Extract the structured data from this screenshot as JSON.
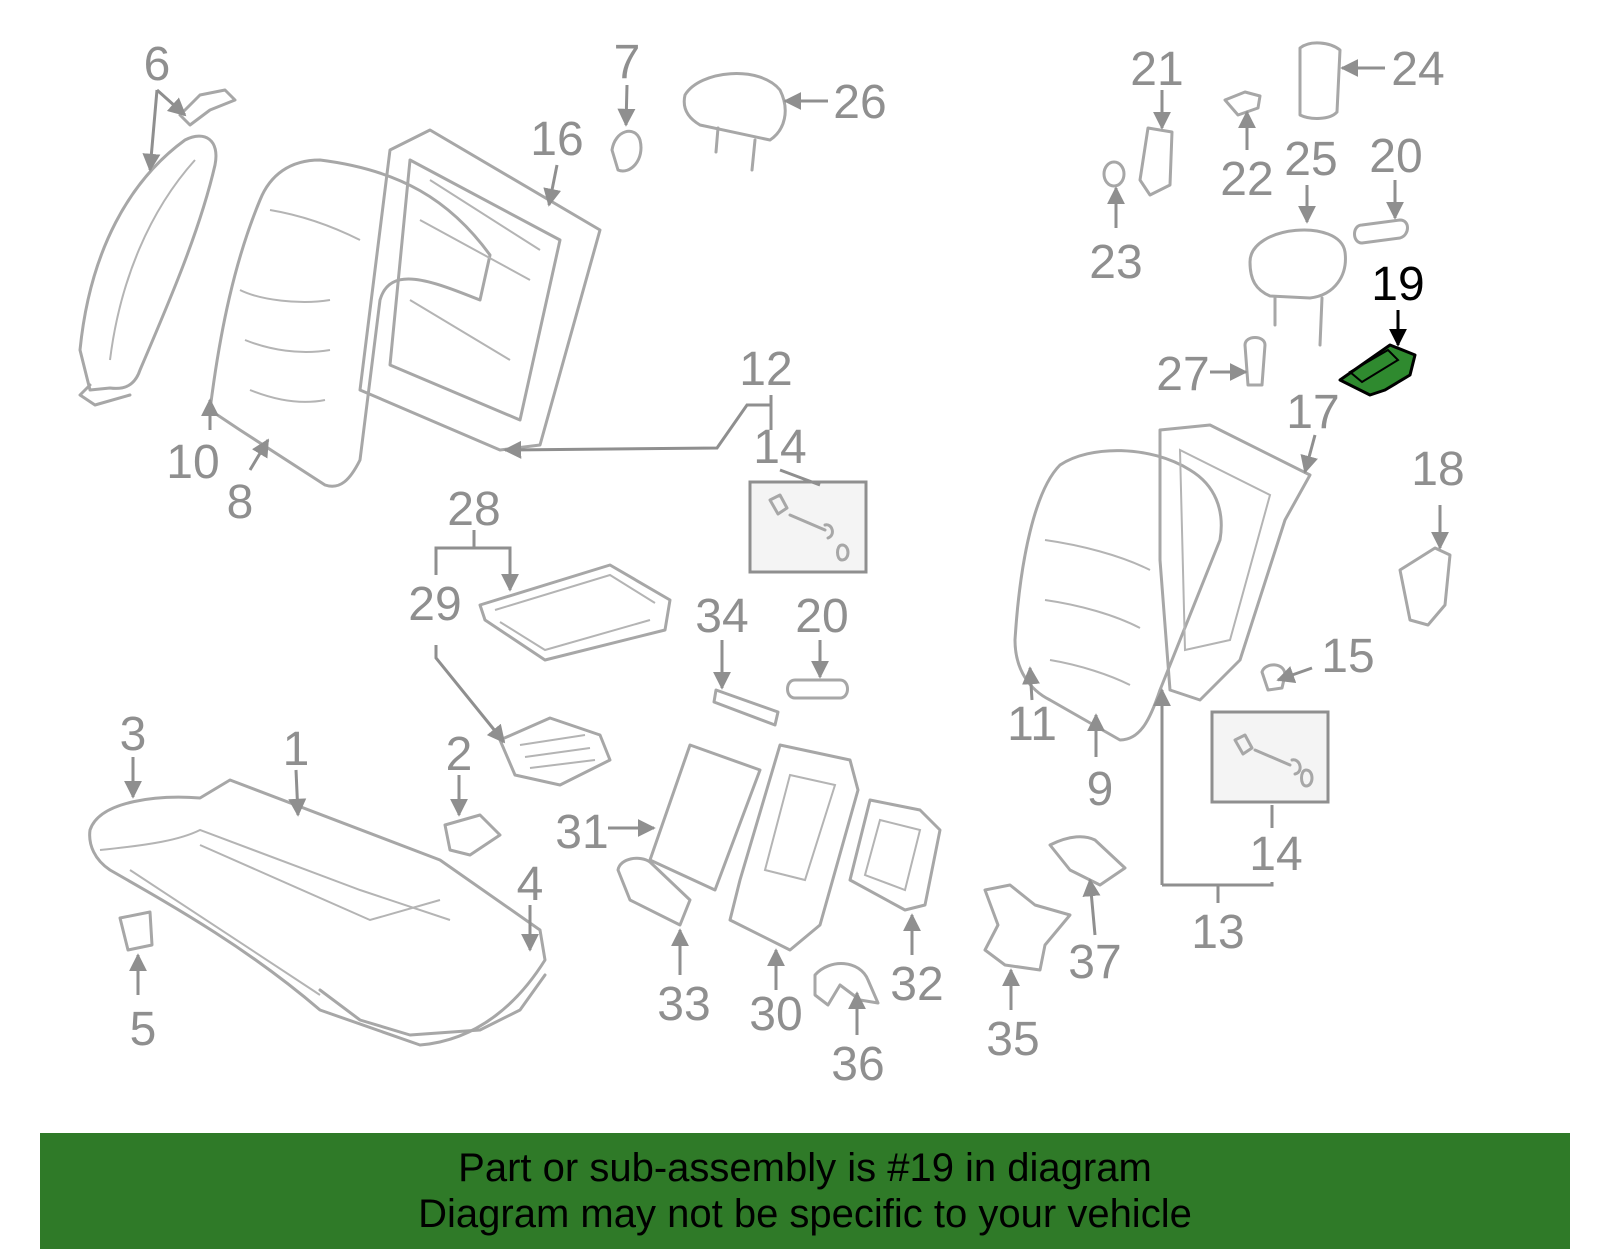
{
  "diagram": {
    "callouts": [
      "1",
      "2",
      "3",
      "4",
      "5",
      "6",
      "7",
      "8",
      "9",
      "10",
      "11",
      "12",
      "13",
      "14",
      "14",
      "15",
      "16",
      "17",
      "18",
      "19",
      "20",
      "20",
      "21",
      "22",
      "23",
      "24",
      "25",
      "26",
      "27",
      "28",
      "29",
      "30",
      "31",
      "32",
      "33",
      "34",
      "35",
      "36",
      "37"
    ],
    "highlighted_part": "19",
    "highlight_color": "#2f8a2f",
    "line_color": "#a7a7a7",
    "label_color": "#8f8f8f"
  },
  "banner": {
    "line1": "Part or sub-assembly is #19 in diagram",
    "line2": "Diagram may not be specific to your vehicle",
    "background": "#2f7a28"
  }
}
